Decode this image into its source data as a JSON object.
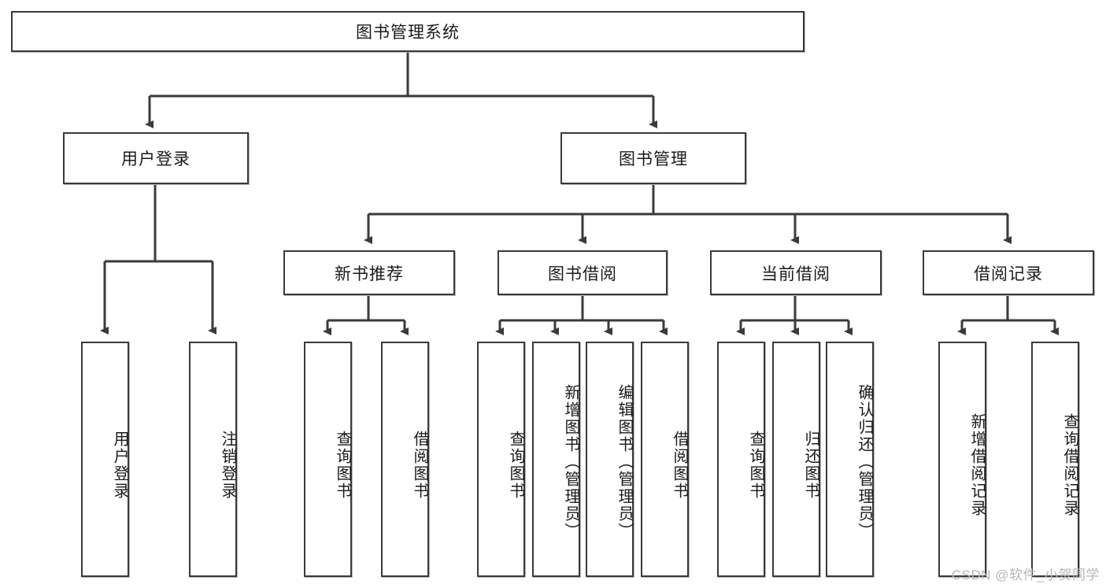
{
  "diagram": {
    "title": "图书管理系统",
    "level2": [
      {
        "label": "用户登录"
      },
      {
        "label": "图书管理"
      }
    ],
    "level3": [
      {
        "label": "新书推荐"
      },
      {
        "label": "图书借阅"
      },
      {
        "label": "当前借阅"
      },
      {
        "label": "借阅记录"
      }
    ],
    "leaves": [
      {
        "label": "用户登录"
      },
      {
        "label": "注销登录"
      },
      {
        "label": "查询图书"
      },
      {
        "label": "借阅图书"
      },
      {
        "label": "查询图书"
      },
      {
        "label": "新增图书（管理员）"
      },
      {
        "label": "编辑图书（管理员）"
      },
      {
        "label": "借阅图书"
      },
      {
        "label": "查询图书"
      },
      {
        "label": "归还图书"
      },
      {
        "label": "确认归还（管理员）"
      },
      {
        "label": "新增借阅记录"
      },
      {
        "label": "查询借阅记录"
      }
    ],
    "watermark": "CSDN @软件_小贺同学",
    "colors": {
      "stroke": "#3a3a3a",
      "fill": "#ffffff",
      "text": "#1a1a1a",
      "watermark": "#b6b6b6"
    }
  }
}
